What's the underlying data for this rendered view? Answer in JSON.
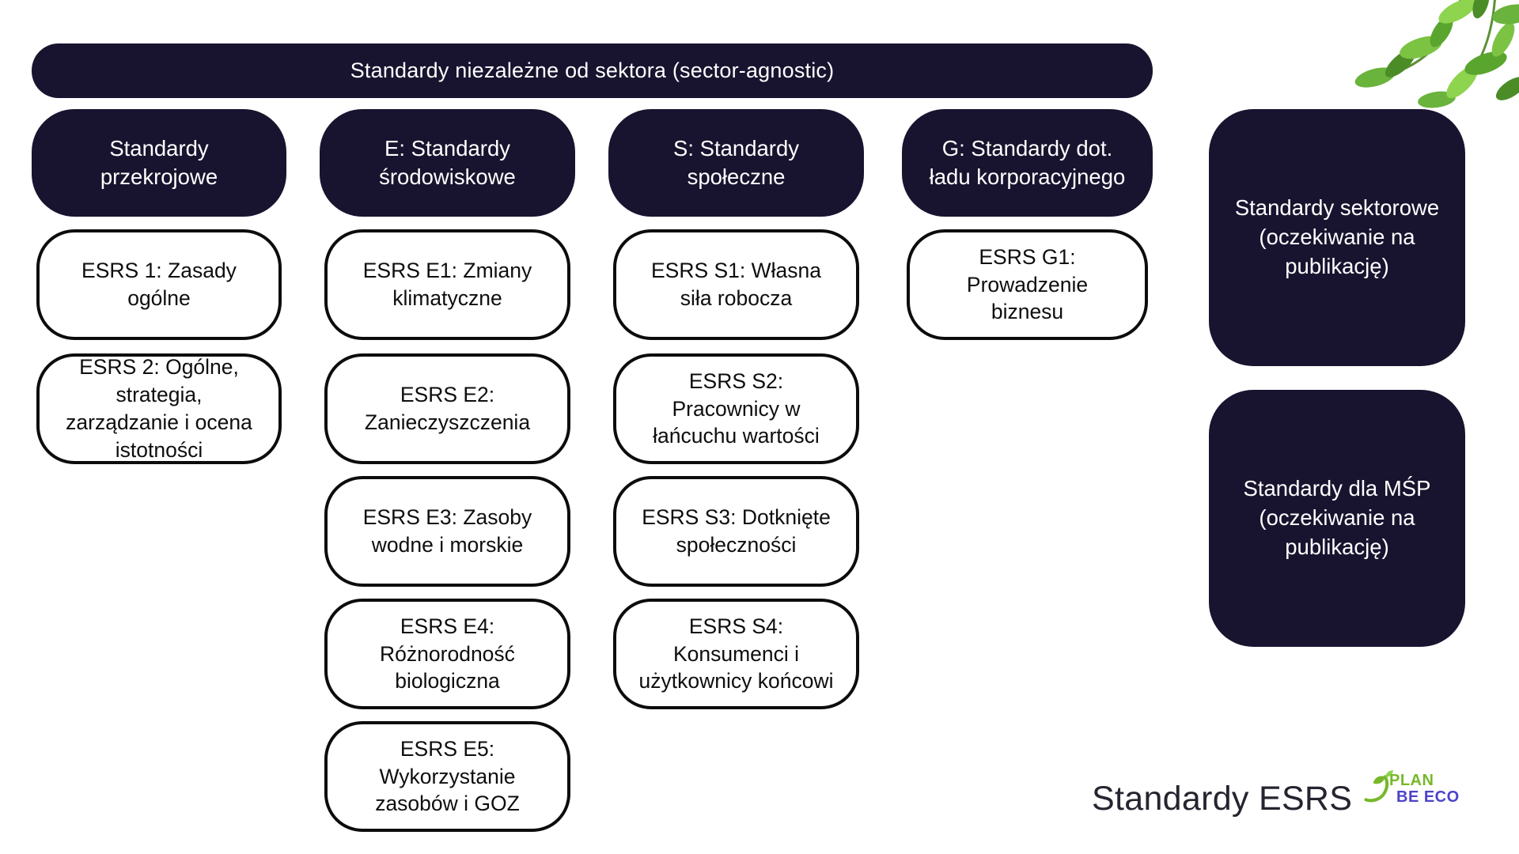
{
  "banner": {
    "label": "Standardy niezależne od sektora (sector-agnostic)"
  },
  "columns": [
    {
      "header": "Standardy przekrojowe",
      "boxes": [
        "ESRS 1: Zasady ogólne",
        "ESRS 2: Ogólne, strategia, zarządzanie i ocena istotności"
      ]
    },
    {
      "header": "E: Standardy środowiskowe",
      "boxes": [
        "ESRS E1: Zmiany klimatyczne",
        "ESRS E2: Zanieczyszczenia",
        "ESRS E3: Zasoby wodne i morskie",
        "ESRS E4: Różnorodność biologiczna",
        "ESRS E5: Wykorzystanie zasobów i GOZ"
      ]
    },
    {
      "header": "S: Standardy społeczne",
      "boxes": [
        "ESRS S1: Własna siła robocza",
        "ESRS S2: Pracownicy w łańcuchu wartości",
        "ESRS S3: Dotknięte społeczności",
        "ESRS S4: Konsumenci i użytkownicy końcowi"
      ]
    },
    {
      "header": "G: Standardy dot. ładu korporacyjnego",
      "boxes": [
        "ESRS G1: Prowadzenie biznesu"
      ]
    }
  ],
  "pending_boxes": [
    {
      "label": "Standardy sektorowe (oczekiwanie na publikację)"
    },
    {
      "label": "Standardy dla MŚP (oczekiwanie na publikację)"
    }
  ],
  "footer": {
    "title": "Standardy ESRS"
  },
  "logo": {
    "line1": "PLAN",
    "line2": "BE ECO"
  },
  "colors": {
    "dark_navy": "#18142f",
    "box_border": "#0c0c0c",
    "logo_green": "#76b82a",
    "logo_blue": "#4d43c8",
    "leaf_green": "#6ab33c"
  }
}
